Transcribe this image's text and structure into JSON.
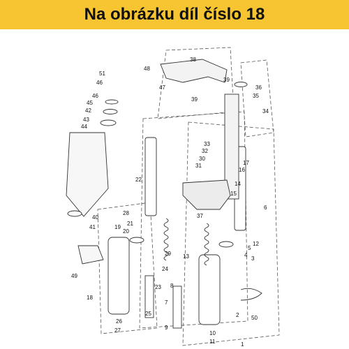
{
  "banner": {
    "text": "Na obrázku díl číslo 18",
    "background": "#f7c531",
    "color": "#111111"
  },
  "diagram": {
    "line_color": "#333333",
    "dash_color": "#555555",
    "part_numbers": [
      "1",
      "2",
      "3",
      "4",
      "5",
      "6",
      "7",
      "8",
      "9",
      "10",
      "11",
      "12",
      "13",
      "14",
      "15",
      "16",
      "17",
      "18",
      "19",
      "20",
      "21",
      "22",
      "23",
      "24",
      "25",
      "26",
      "27",
      "28",
      "29",
      "30",
      "31",
      "32",
      "33",
      "34",
      "35",
      "36",
      "37",
      "38",
      "39",
      "39",
      "40",
      "41",
      "42",
      "43",
      "44",
      "45",
      "46",
      "46",
      "47",
      "48",
      "49",
      "50",
      "51"
    ]
  }
}
